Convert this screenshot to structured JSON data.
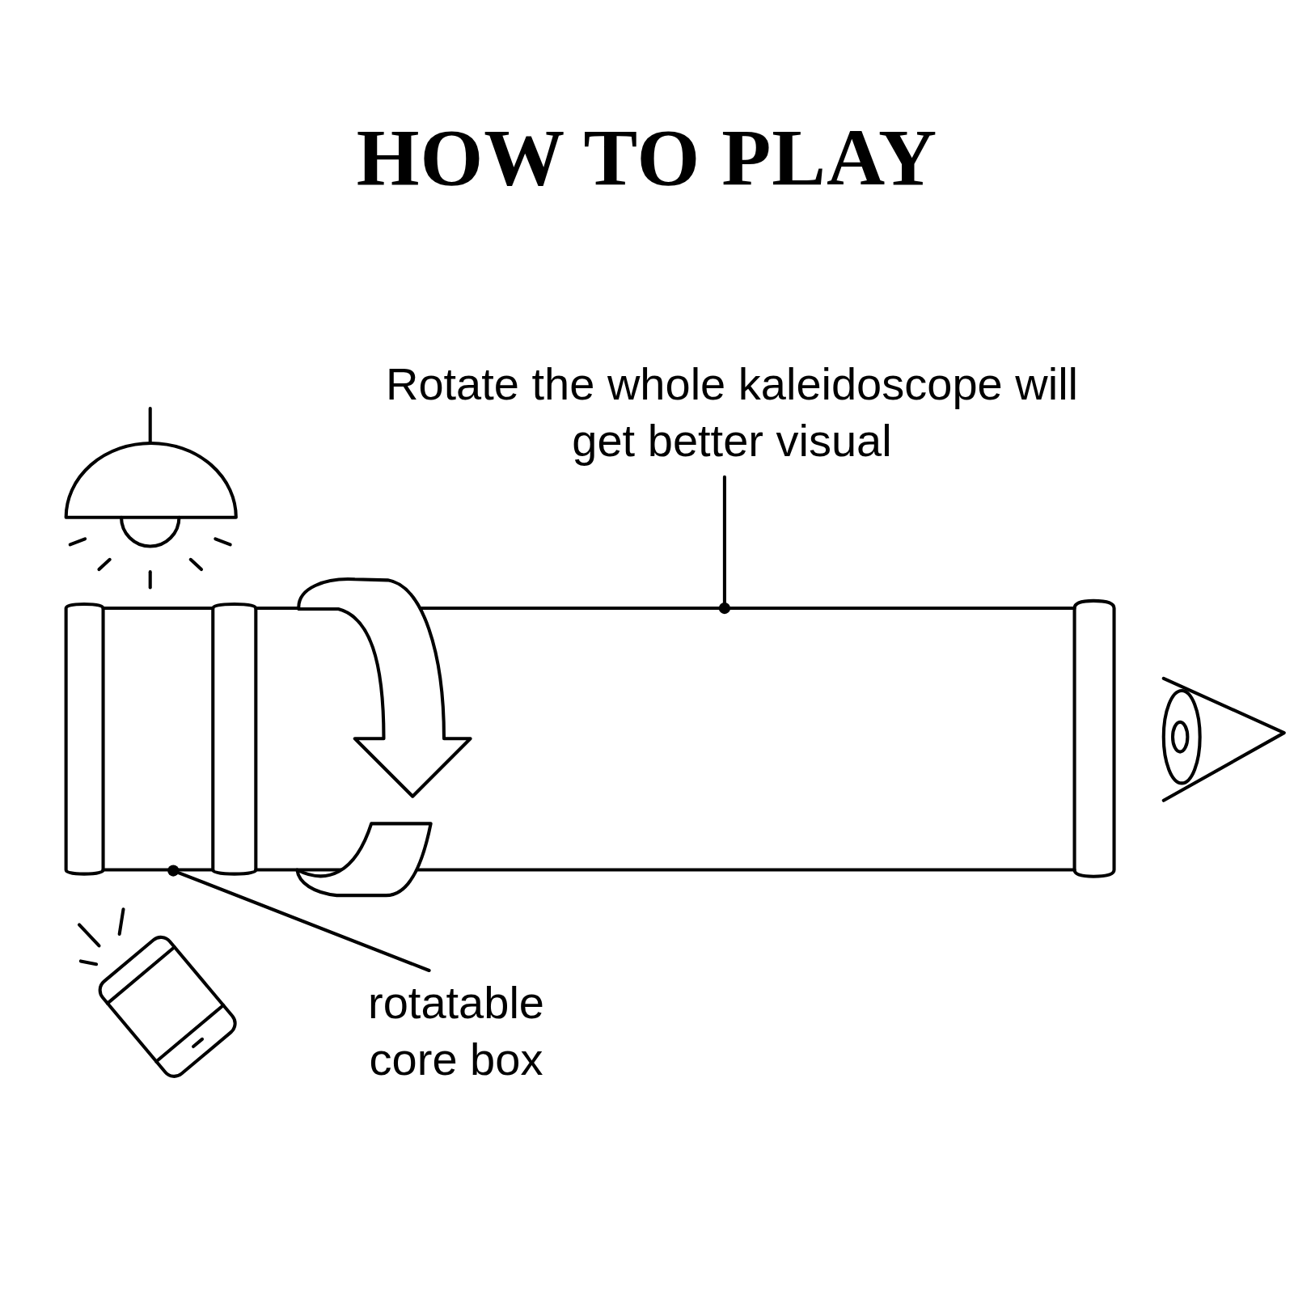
{
  "diagram": {
    "title": "HOW TO PLAY",
    "labels": [
      "Rotate the whole kaleidoscope will get better visual",
      "rotatable core box"
    ]
  }
}
